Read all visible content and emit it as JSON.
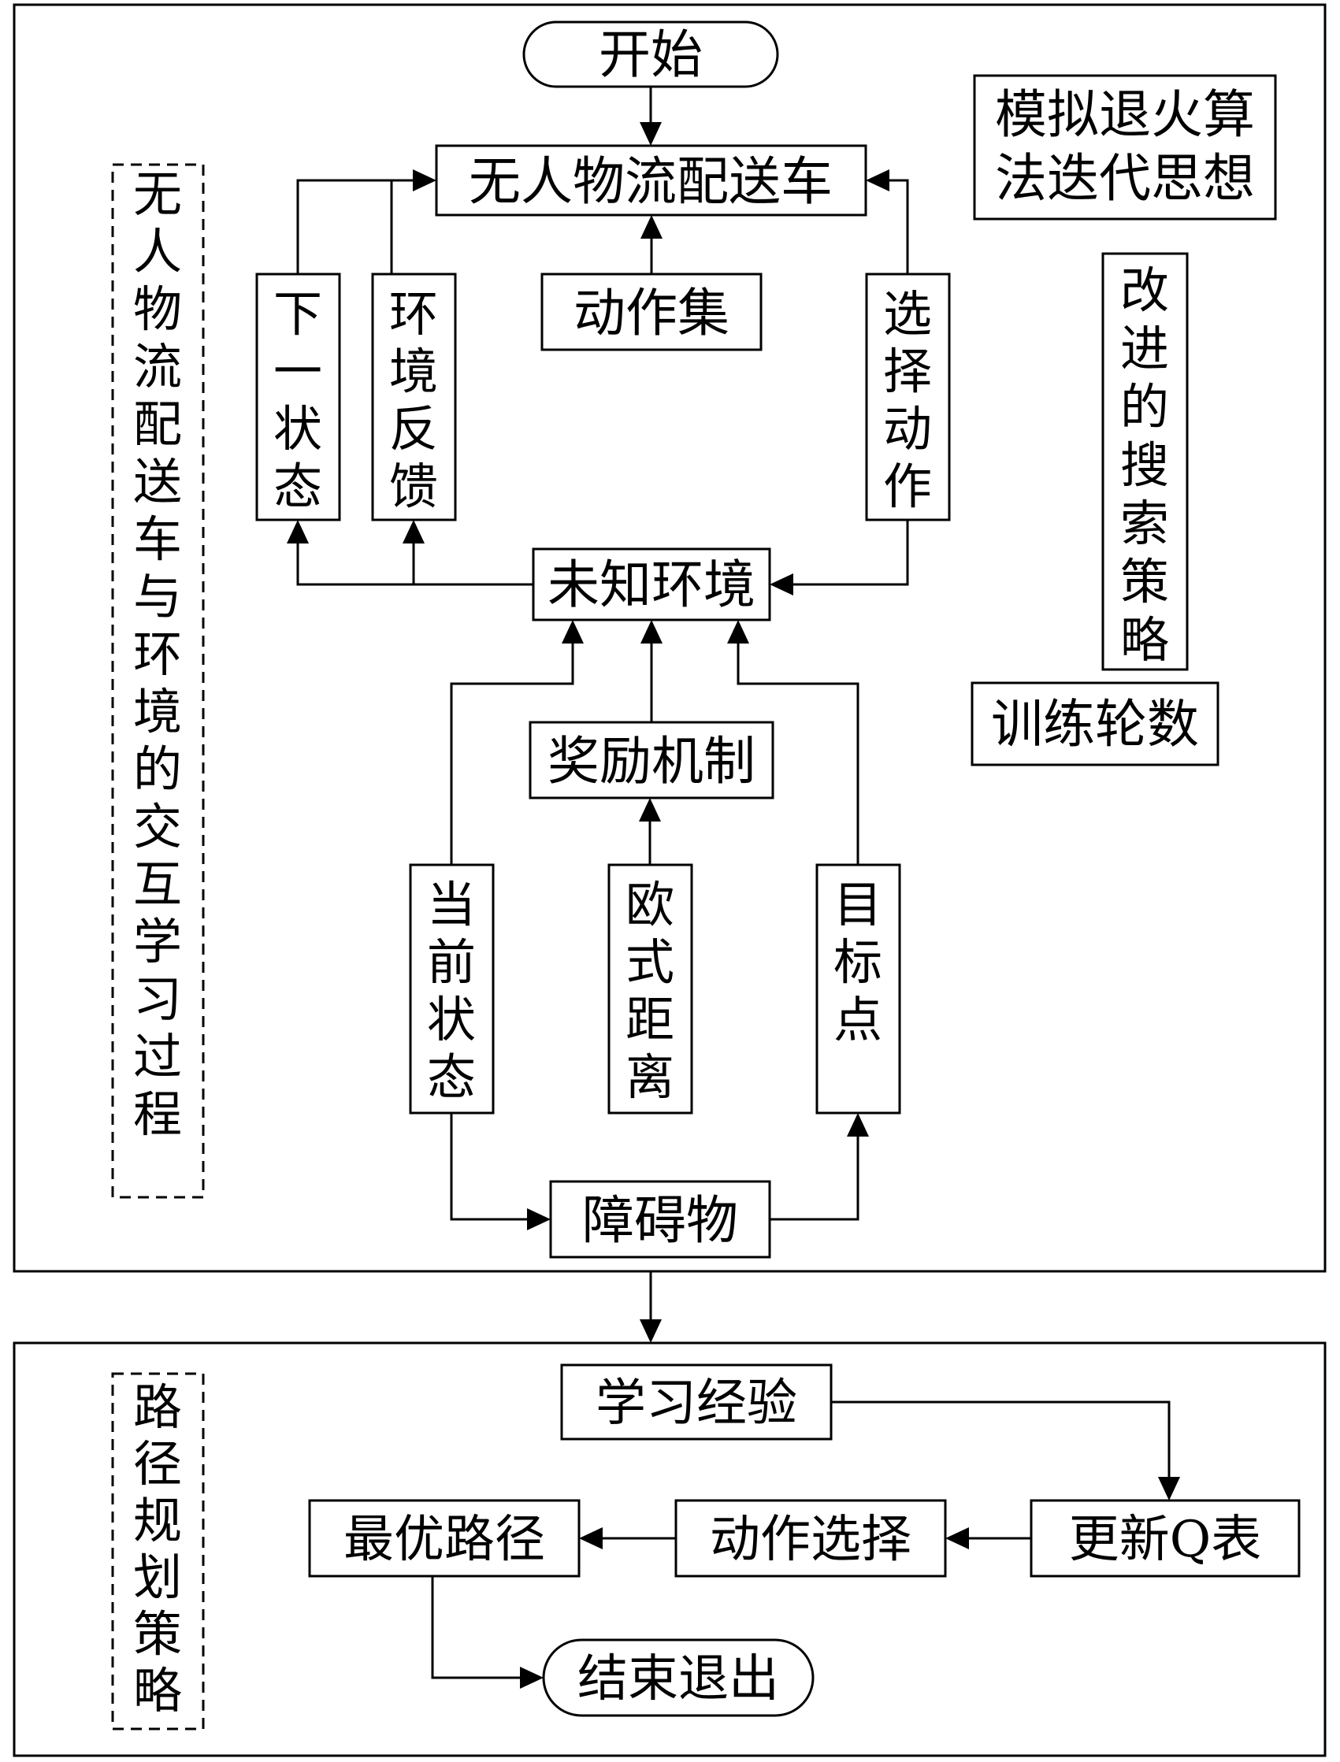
{
  "title_box": "",
  "nodes": {
    "start": "开始",
    "vehicle": "无人物流配送车",
    "action_set": "动作集",
    "next_state": "下一状态",
    "env_feedback": "环境反馈",
    "select_action": "选择动作",
    "unknown_env": "未知环境",
    "reward": "奖励机制",
    "current_state": "当前状态",
    "euclid": "欧式距离",
    "target": "目标点",
    "obstacle": "障碍物",
    "learn_exp": "学习经验",
    "update_q": "更新Q表",
    "action_select": "动作选择",
    "optimal_path": "最优路径",
    "end": "结束退出"
  },
  "side_labels": {
    "sa_1": "模拟退火算",
    "sa_2": "法迭代思想",
    "improved_search": "改进的搜索策略",
    "epochs": "训练轮数",
    "interaction": "无人物流配送车与环境的交互学习过程",
    "path_planning": "路径规划策略"
  }
}
